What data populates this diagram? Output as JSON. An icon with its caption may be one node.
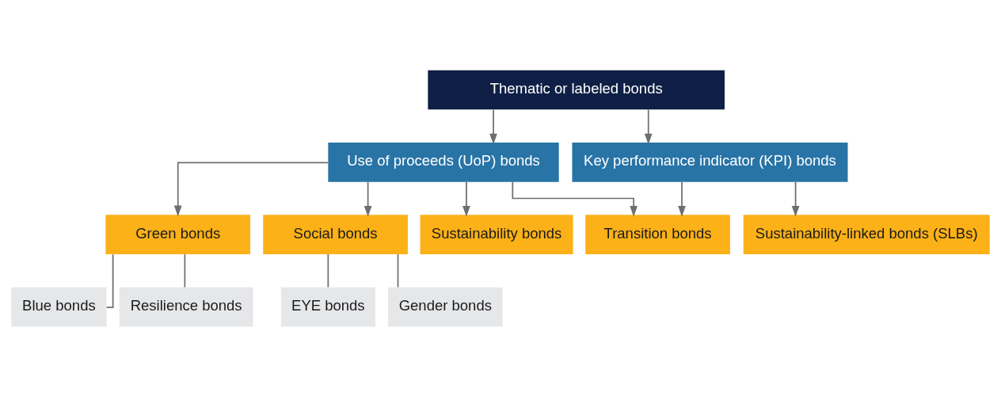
{
  "diagram": {
    "nodes": [
      {
        "text": [
          "Thematic or labeled bonds"
        ]
      },
      {
        "text": [
          "Use of proceeds (UoP) bonds"
        ]
      },
      {
        "text": [
          "Key performance indicator (KPI) bonds"
        ]
      },
      {
        "text": [
          "Green bonds"
        ]
      },
      {
        "text": [
          "Social bonds"
        ]
      },
      {
        "text": [
          "Sustainability bonds"
        ]
      },
      {
        "text": [
          "Transition bonds"
        ]
      },
      {
        "text": [
          "Sustainability-linked bonds (SLBs)"
        ]
      },
      {
        "text": [
          "Blue bonds"
        ]
      },
      {
        "text": [
          "Resilience bonds"
        ]
      },
      {
        "text": [
          "EYE bonds"
        ]
      },
      {
        "text": [
          "Gender bonds"
        ]
      }
    ],
    "edges": [
      {
        "from": 0,
        "to": 1,
        "arrow": "to"
      },
      {
        "from": 0,
        "to": 2,
        "arrow": "to"
      },
      {
        "from": 1,
        "to": 3,
        "arrow": "to"
      },
      {
        "from": 1,
        "to": 4,
        "arrow": "to"
      },
      {
        "from": 1,
        "to": 5,
        "arrow": "to"
      },
      {
        "from": 1,
        "to": 6,
        "arrow": "to"
      },
      {
        "from": 2,
        "to": 6,
        "arrow": "to"
      },
      {
        "from": 2,
        "to": 7,
        "arrow": "to"
      },
      {
        "from": 3,
        "to": 8,
        "arrow": "none"
      },
      {
        "from": 3,
        "to": 9,
        "arrow": "none"
      },
      {
        "from": 4,
        "to": 10,
        "arrow": "none"
      },
      {
        "from": 4,
        "to": 11,
        "arrow": "none"
      }
    ]
  }
}
